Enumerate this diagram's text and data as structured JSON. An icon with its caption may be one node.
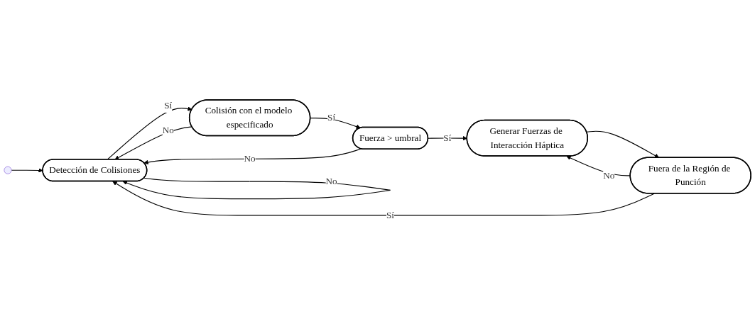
{
  "diagram": {
    "nodes": [
      {
        "text": [],
        "shape": "circle"
      },
      {
        "text": [
          "Detección de Colisiones"
        ]
      },
      {
        "text": [
          "Colisión con el modelo especificado"
        ]
      },
      {
        "text": [
          "Fuerza > umbral"
        ]
      },
      {
        "text": [
          "Generar Fuerzas de Interacción Háptica"
        ]
      },
      {
        "text": [
          "Fuera de la Región de Punción"
        ]
      }
    ],
    "edges": [
      {
        "from": 0,
        "to": 1,
        "arrow": "to"
      },
      {
        "from": 1,
        "to": 2,
        "arrow": "to",
        "label": "Sí"
      },
      {
        "from": 2,
        "to": 1,
        "arrow": "to",
        "label": "No"
      },
      {
        "from": 2,
        "to": 3,
        "arrow": "to",
        "label": "Sí"
      },
      {
        "from": 3,
        "to": 1,
        "arrow": "to",
        "label": "No"
      },
      {
        "from": 3,
        "to": 4,
        "arrow": "to",
        "label": "Sí"
      },
      {
        "from": 1,
        "to": 1,
        "arrow": "to",
        "label": "No"
      },
      {
        "from": 4,
        "to": 5,
        "arrow": "to"
      },
      {
        "from": 5,
        "to": 4,
        "arrow": "to",
        "label": "No"
      },
      {
        "from": 5,
        "to": 1,
        "arrow": "to",
        "label": "Sí"
      }
    ]
  }
}
